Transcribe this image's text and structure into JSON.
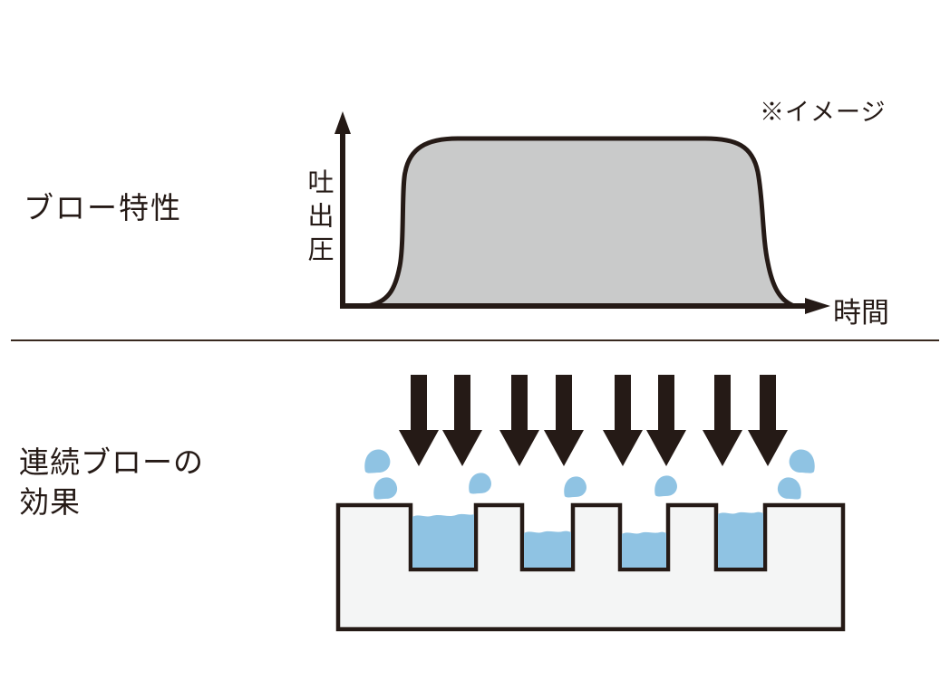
{
  "colors": {
    "ink": "#251a16",
    "curve_fill": "#c9caca",
    "water_blue": "#8fc3e3",
    "block_fill": "#f4f5f5",
    "background": "#ffffff",
    "divider": "#38291f"
  },
  "sections": {
    "top": {
      "title": "ブロー特性",
      "note": "※イメージ",
      "graph": {
        "type": "area",
        "y_axis_label": "吐出圧",
        "x_axis_label": "時間",
        "curve_shape": "sharp rise, flat plateau, sharp fall",
        "axes_have_arrowheads": true,
        "tick_labels": "none"
      }
    },
    "bottom": {
      "title_line1": "連続ブローの",
      "title_line2": "効果",
      "illustration": {
        "arrow_count": 8,
        "well_count": 4,
        "well_fill_levels": [
          "high",
          "low",
          "low",
          "high"
        ],
        "droplet_count": 7
      }
    }
  }
}
